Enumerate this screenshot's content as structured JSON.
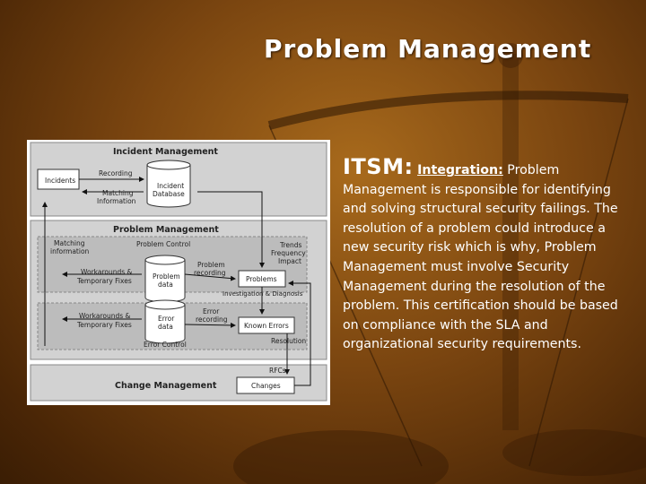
{
  "slide": {
    "title": "Problem Management",
    "itsm_label": "ITSM:",
    "integration_label": "Integration:",
    "paragraph_rest": " Problem Management is responsible for identifying and solving structural security failings. The resolution of a problem could introduce a new security risk which is why, Problem Management must involve Security Management during the resolution of the problem. This certification should be based on compliance with the SLA and organizational security requirements."
  },
  "diagram": {
    "incident_management": {
      "title": "Incident Management",
      "incidents": "Incidents",
      "recording": "Recording",
      "matching_line1": "Matching",
      "matching_line2": "Information",
      "database_line1": "Incident",
      "database_line2": "Database"
    },
    "problem_management": {
      "title": "Problem Management",
      "matching_line1": "Matching",
      "matching_line2": "information",
      "problem_control": "Problem Control",
      "trends_line1": "Trends",
      "trends_line2": "Frequency",
      "trends_line3": "Impact",
      "workarounds1_line1": "Workarounds &",
      "workarounds1_line2": "Temporary Fixes",
      "problem_data_line1": "Problem",
      "problem_data_line2": "data",
      "problem_recording_line1": "Problem",
      "problem_recording_line2": "recording",
      "problems": "Problems",
      "investigation": "Investigation & Diagnosis",
      "workarounds2_line1": "Workarounds &",
      "workarounds2_line2": "Temporary Fixes",
      "error_data_line1": "Error",
      "error_data_line2": "data",
      "error_recording_line1": "Error",
      "error_recording_line2": "recording",
      "known_errors": "Known Errors",
      "resolution": "Resolution",
      "error_control": "Error Control"
    },
    "change_management": {
      "title": "Change Management",
      "rfcs": "RFCs",
      "changes": "Changes"
    }
  },
  "colors": {
    "text": "#ffffff",
    "diagram_panel": "#d2d2d2",
    "diagram_band": "#bcbcbc"
  }
}
